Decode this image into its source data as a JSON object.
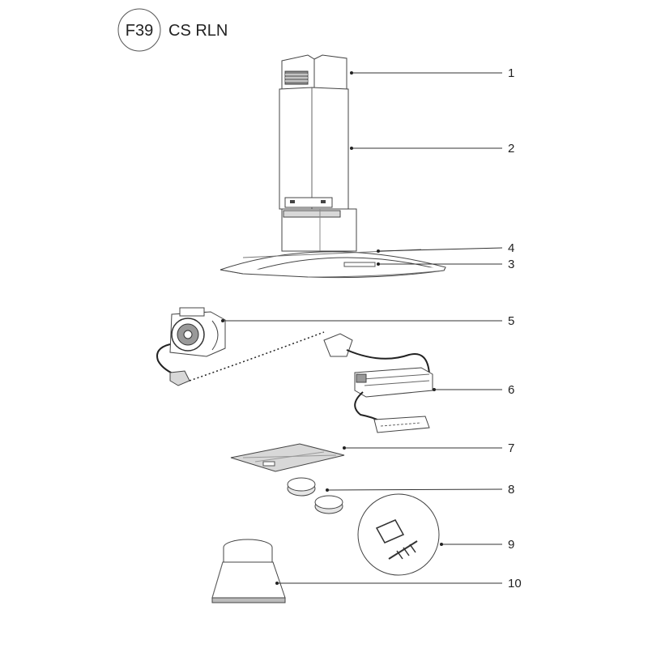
{
  "header": {
    "model_code": "F39",
    "model_name": "CS RLN"
  },
  "parts": [
    {
      "id": "chimney-upper",
      "number": "1"
    },
    {
      "id": "chimney-lower",
      "number": "2"
    },
    {
      "id": "glass-canopy",
      "number": "3"
    },
    {
      "id": "hood-body",
      "number": "4"
    },
    {
      "id": "motor-blower",
      "number": "5"
    },
    {
      "id": "control-electronics",
      "number": "6"
    },
    {
      "id": "grease-filter",
      "number": "7"
    },
    {
      "id": "carbon-filters",
      "number": "8"
    },
    {
      "id": "fitting-kit",
      "number": "9"
    },
    {
      "id": "duct-adapter",
      "number": "10"
    }
  ],
  "colors": {
    "line": "#444444",
    "fill": "#ffffff",
    "shade": "#d8d8d8",
    "text": "#222222"
  }
}
